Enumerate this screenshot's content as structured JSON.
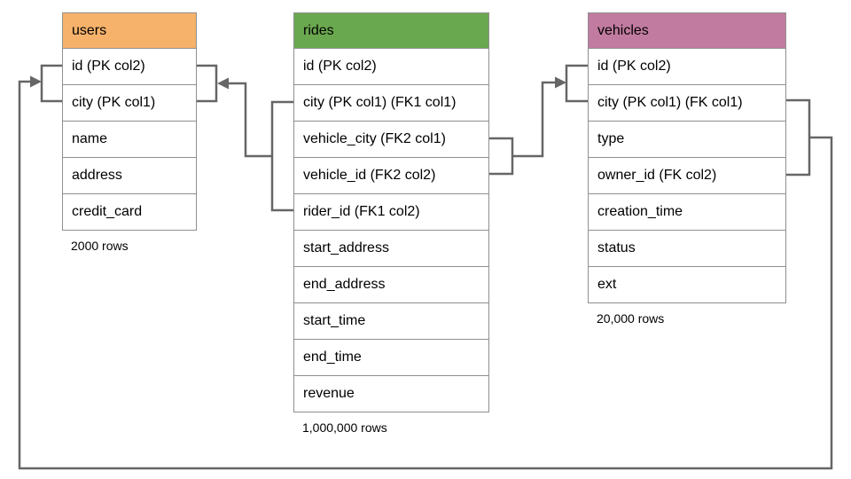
{
  "diagram": {
    "type": "database-schema",
    "tables": [
      {
        "name": "users",
        "header_color": "#f6b26b",
        "rows": [
          "id (PK col2)",
          "city (PK col1)",
          "name",
          "address",
          "credit_card"
        ],
        "row_count": "2000 rows"
      },
      {
        "name": "rides",
        "header_color": "#6aa84f",
        "rows": [
          "id (PK col2)",
          "city (PK col1) (FK1 col1)",
          "vehicle_city (FK2 col1)",
          "vehicle_id (FK2 col2)",
          "rider_id (FK1 col2)",
          "start_address",
          "end_address",
          "start_time",
          "end_time",
          "revenue"
        ],
        "row_count": "1,000,000 rows"
      },
      {
        "name": "vehicles",
        "header_color": "#c27ba0",
        "rows": [
          "id (PK col2)",
          "city (PK col1) (FK col1)",
          "type",
          "owner_id (FK col2)",
          "creation_time",
          "status",
          "ext"
        ],
        "row_count": "20,000 rows"
      }
    ],
    "relationships": [
      {
        "name": "FK1",
        "from": "rides (city, rider_id)",
        "to": "users (city, id)"
      },
      {
        "name": "FK2",
        "from": "rides (vehicle_city, vehicle_id)",
        "to": "vehicles (city, id)"
      },
      {
        "name": "FK",
        "from": "vehicles (city, owner_id)",
        "to": "users (city, id)"
      }
    ],
    "colors": {
      "connector": "#666666",
      "table_border": "#8f8f8f",
      "users_header": "#f6b26b",
      "rides_header": "#6aa84f",
      "vehicles_header": "#c27ba0",
      "background": "#ffffff",
      "text": "#000000"
    }
  }
}
